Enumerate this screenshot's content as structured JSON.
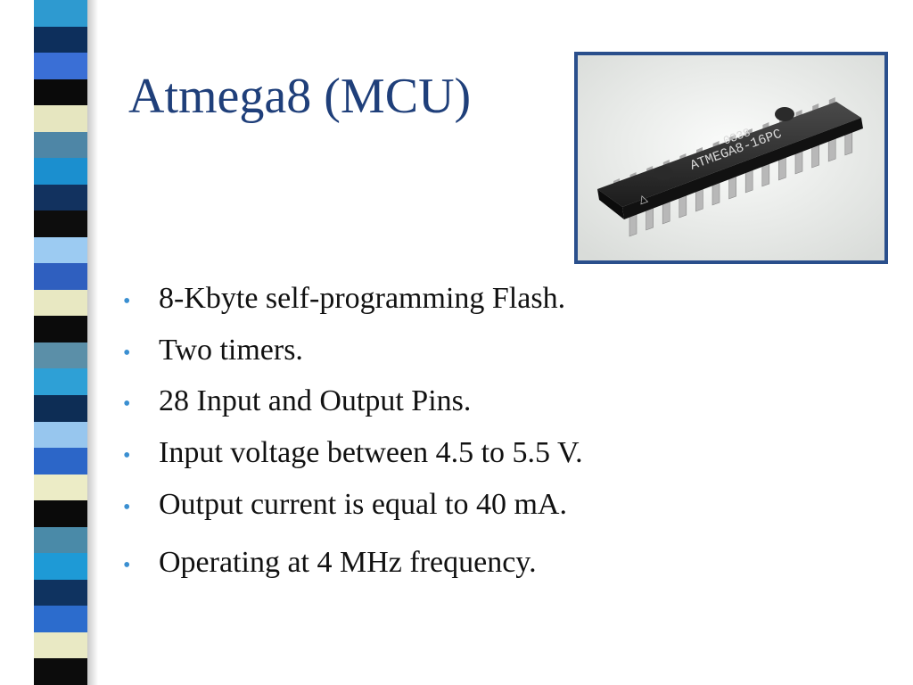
{
  "slide": {
    "title": "Atmega8 (MCU)",
    "bullets": [
      "8-Kbyte self-programming Flash.",
      "Two timers.",
      "28 Input  and Output Pins.",
      "Input voltage between 4.5 to 5.5 V.",
      "Output current is equal to 40 mA.",
      "Operating at 4 MHz frequency."
    ],
    "bullet_glyph": "•"
  },
  "photo": {
    "chip_text_1": "0338",
    "chip_text_2": "ATMEGA8-16PC"
  },
  "colors": {
    "title": "#1f3f7a",
    "bullet": "#3a8fd1",
    "frame": "#2a4f8c",
    "stripes": [
      "#2e9ad0",
      "#0d2f5c",
      "#3a6fd6",
      "#0a0a0a",
      "#e6e6c0",
      "#4e86a6",
      "#1b8fcf",
      "#12325f",
      "#0d0d0d",
      "#9ccbf2",
      "#2f5fbf",
      "#e8e8c2",
      "#0b0b0b",
      "#5b8fa8",
      "#2ea0d6",
      "#0d2d55",
      "#97c6ee",
      "#2c66c8",
      "#ececc6",
      "#0a0a0a",
      "#4a8aa8",
      "#1e9ad6",
      "#0f3360",
      "#2c6ccd",
      "#e9e9c4",
      "#0c0c0c"
    ]
  }
}
